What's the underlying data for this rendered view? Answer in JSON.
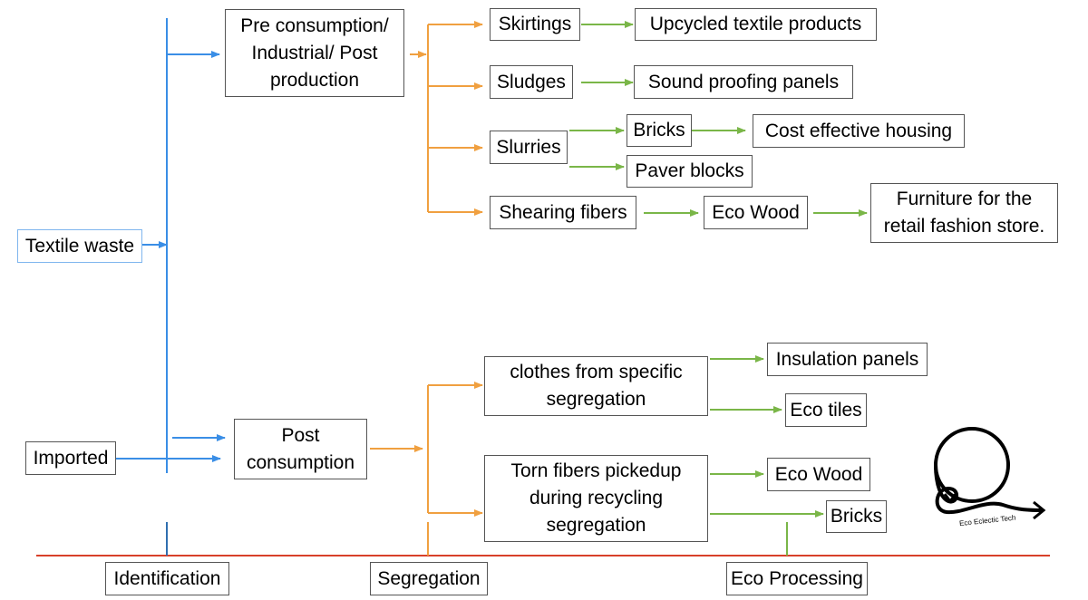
{
  "nodes": {
    "textile_waste": "Textile waste",
    "imported": "Imported",
    "pre_consumption": "Pre consumption/\nIndustrial/ Post\nproduction",
    "post_consumption": "Post\nconsumption",
    "skirtings": "Skirtings",
    "upcycled": "Upcycled textile products",
    "sludges": "Sludges",
    "sound_proofing": "Sound proofing panels",
    "slurries": "Slurries",
    "bricks_top": "Bricks",
    "cost_effective": "Cost effective housing",
    "paver_blocks": "Paver blocks",
    "shearing_fibers": "Shearing fibers",
    "eco_wood_top": "Eco Wood",
    "furniture": "Furniture for the\nretail fashion store.",
    "clothes_specific": "clothes from specific\nsegregation",
    "insulation": "Insulation panels",
    "eco_tiles": "Eco tiles",
    "torn_fibers": "Torn fibers pickedup\nduring recycling\nsegregation",
    "eco_wood_bottom": "Eco Wood",
    "bricks_bottom": "Bricks"
  },
  "stages": {
    "identification": "Identification",
    "segregation": "Segregation",
    "eco_processing": "Eco Processing"
  },
  "logo": {
    "text": "Eco Eclectic Tech"
  },
  "colors": {
    "identification": "#3a8ee6",
    "segregation": "#f0a040",
    "processing": "#7ab648",
    "timeline": "#d8402a"
  }
}
